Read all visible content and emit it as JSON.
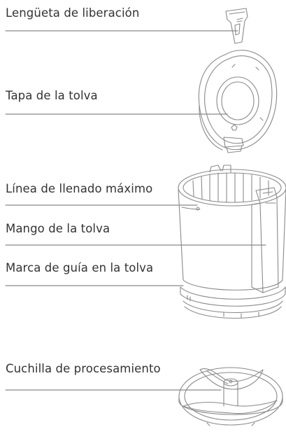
{
  "labels": {
    "release_tab": "Lengüeta de liberación",
    "hopper_lid": "Tapa de la tolva",
    "max_fill_line": "Línea de llenado máximo",
    "hopper_handle": "Mango de la tolva",
    "hopper_guide_mark": "Marca de guía en la tolva",
    "processing_blade": "Cuchilla de procesamiento"
  },
  "colors": {
    "text": "#333333",
    "line": "#6b6b6b",
    "drawing": "#8a8a8a"
  }
}
